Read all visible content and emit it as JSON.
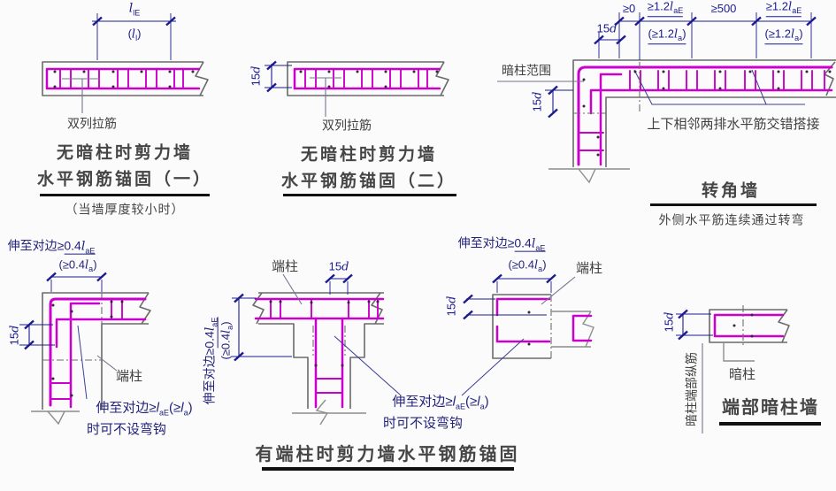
{
  "colors": {
    "rebar": "#cc00cc",
    "dim_line": "#1b1b8f",
    "wall_outline": "#6a6a6a",
    "label_text": "#3f3f3f",
    "note_text": "#23237d",
    "title_text": "#454545",
    "title_underline": "#111111",
    "background": "#fbfbfb"
  },
  "d1": {
    "dim_main": {
      "var": "l",
      "sub": "lE"
    },
    "dim_paren": {
      "t1": "(",
      "var": "l",
      "sub": "l",
      "t2": ")"
    },
    "tie_label": "双列拉筋",
    "title_line1": "无暗柱时剪力墙",
    "title_line2": "水平钢筋锚固（一）",
    "subtitle": "（当墙厚度较小时）"
  },
  "d2": {
    "dim_15d": {
      "num": "15",
      "var": "d"
    },
    "tie_label": "双列拉筋",
    "title_line1": "无暗柱时剪力墙",
    "title_line2": "水平钢筋锚固（二）"
  },
  "d3": {
    "dim_ge0": "≥0",
    "dim_12lae_left": {
      "t1": "≥1.2",
      "var": "l",
      "sub": "aE"
    },
    "dim_ge500": "≥500",
    "dim_12lae_right": {
      "t1": "≥1.2",
      "var": "l",
      "sub": "aE"
    },
    "paren_12la_left": {
      "t1": "(≥1.2",
      "var": "l",
      "sub": "a",
      "t2": ")"
    },
    "paren_12la_right": {
      "t1": "(≥1.2",
      "var": "l",
      "sub": "a",
      "t2": ")"
    },
    "dim_15d_top": {
      "num": "15",
      "var": "d"
    },
    "dim_15d_left": {
      "num": "15",
      "var": "d"
    },
    "range_label": "暗柱范围",
    "lap_note": "上下相邻两排水平筋交错搭接",
    "title": "转角墙",
    "subtitle": "外侧水平筋连续通过转弯"
  },
  "d4": {
    "reach_label": {
      "t1": "伸至对边≥",
      "u": "0.4",
      "var": "l",
      "sub": "aE"
    },
    "reach_paren": {
      "t1": "(≥0.4",
      "var": "l",
      "sub": "a",
      "t2": ")"
    },
    "dim_15d": {
      "num": "15",
      "var": "d"
    },
    "column_label": "端柱",
    "note_line1": {
      "t1": "伸至对边≥",
      "var1": "l",
      "sub1": "aE",
      "t2": "(≥",
      "var2": "l",
      "sub2": "a",
      "t3": ")"
    },
    "note_line2": "时可不设弯钩"
  },
  "d5": {
    "column_label": "端柱",
    "dim_15d": {
      "num": "15",
      "var": "d"
    },
    "reach_label": {
      "t1": "伸至对边≥",
      "u": "0.4",
      "var": "l",
      "sub": "aE"
    },
    "reach_paren": {
      "t1": "(≥0.4",
      "var": "l",
      "sub": "a",
      "t2": ")"
    },
    "main_title": "有端柱时剪力墙水平钢筋锚固"
  },
  "d6": {
    "reach_label": {
      "t1": "伸至对边≥",
      "u": "0.4",
      "var": "l",
      "sub": "aE"
    },
    "reach_paren": {
      "t1": "(≥0.4",
      "var": "l",
      "sub": "a",
      "t2": ")"
    },
    "column_label": "端柱",
    "dim_15d": {
      "num": "15",
      "var": "d"
    },
    "note_line1": {
      "t1": "伸至对边≥",
      "var1": "l",
      "sub1": "aE",
      "t2": "(≥",
      "var2": "l",
      "sub2": "a",
      "t3": ")"
    },
    "note_line2": "时可不设弯钩"
  },
  "d7": {
    "dim_15d": {
      "num": "15",
      "var": "d"
    },
    "edge_bar_label": "暗柱端部纵筋",
    "column_label": "暗柱",
    "title": "端部暗柱墙"
  }
}
